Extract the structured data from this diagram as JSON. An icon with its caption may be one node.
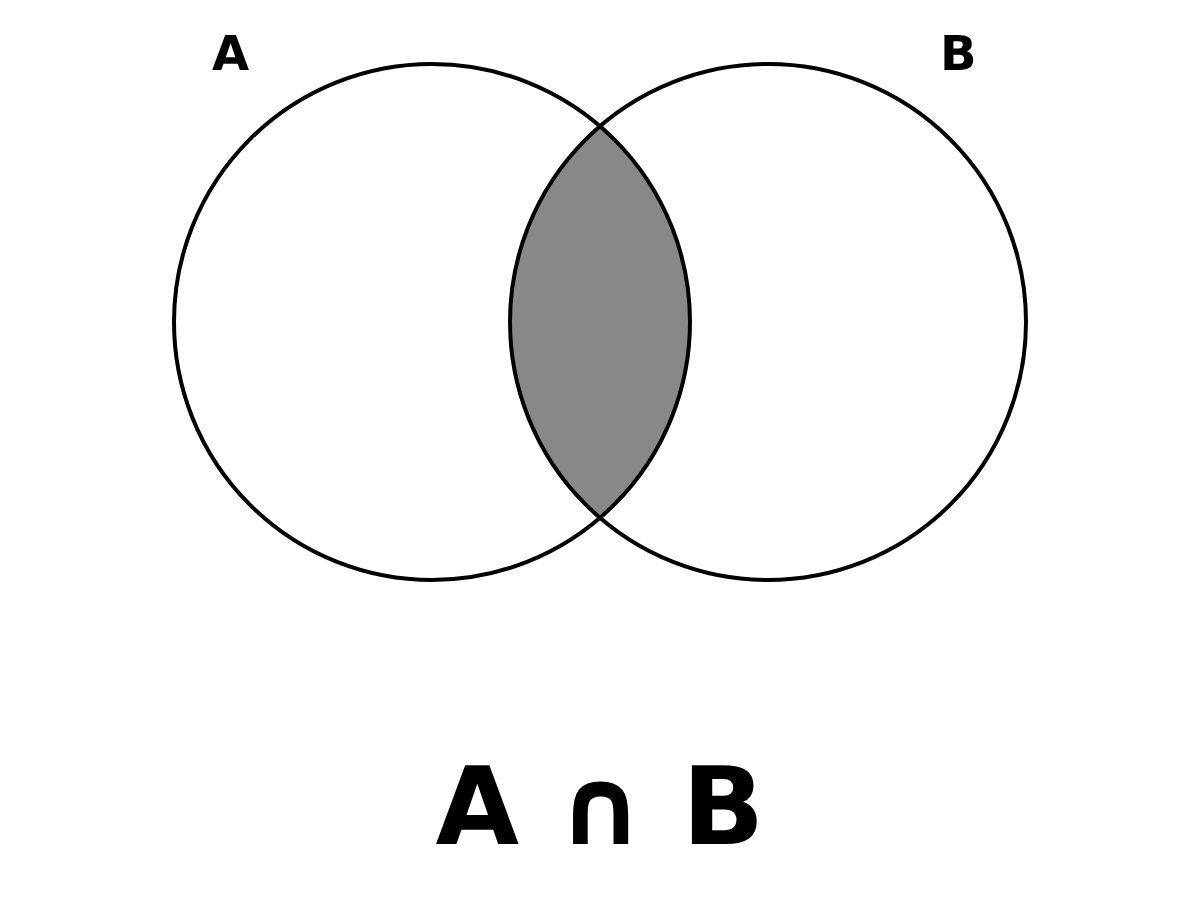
{
  "diagram": {
    "caption": "A ∩ B",
    "nodes": [
      {
        "text": [
          "A"
        ]
      },
      {
        "text": [
          "B"
        ]
      }
    ]
  }
}
